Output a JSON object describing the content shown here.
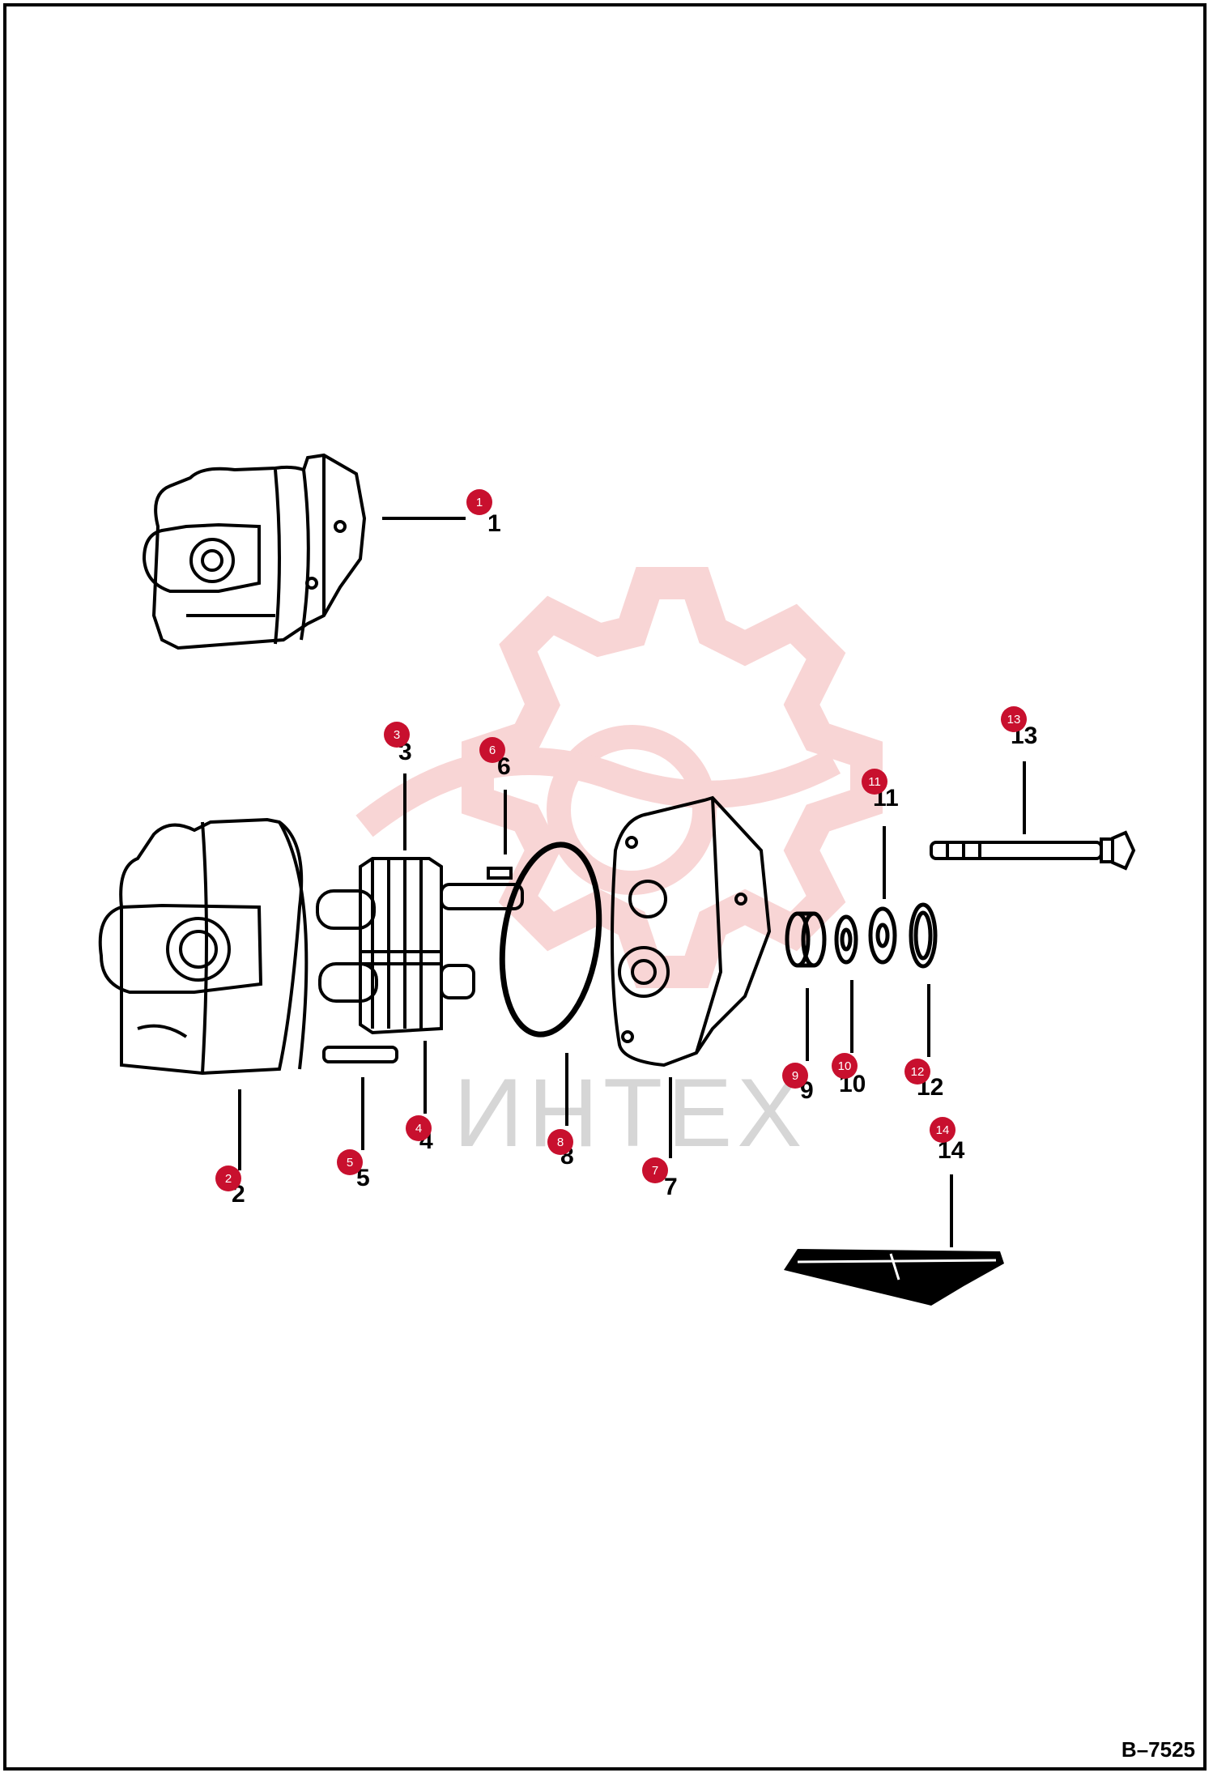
{
  "figure_id": "B–7525",
  "watermark_text": "ИНТЕХ",
  "colors": {
    "callout": "#c8102e",
    "line": "#000000",
    "watermark": "#f3b3b3"
  },
  "callouts": [
    {
      "id": "1",
      "label": "1"
    },
    {
      "id": "2",
      "label": "2"
    },
    {
      "id": "3",
      "label": "3"
    },
    {
      "id": "4",
      "label": "4"
    },
    {
      "id": "5",
      "label": "5"
    },
    {
      "id": "6",
      "label": "6"
    },
    {
      "id": "7",
      "label": "7"
    },
    {
      "id": "8",
      "label": "8"
    },
    {
      "id": "9",
      "label": "9"
    },
    {
      "id": "10",
      "label": "10"
    },
    {
      "id": "11",
      "label": "11"
    },
    {
      "id": "12",
      "label": "12"
    },
    {
      "id": "13",
      "label": "13"
    },
    {
      "id": "14",
      "label": "14"
    }
  ],
  "part_numbers": [
    "1",
    "2",
    "3",
    "4",
    "5",
    "6",
    "7",
    "8",
    "9",
    "10",
    "11",
    "12",
    "13",
    "14"
  ]
}
